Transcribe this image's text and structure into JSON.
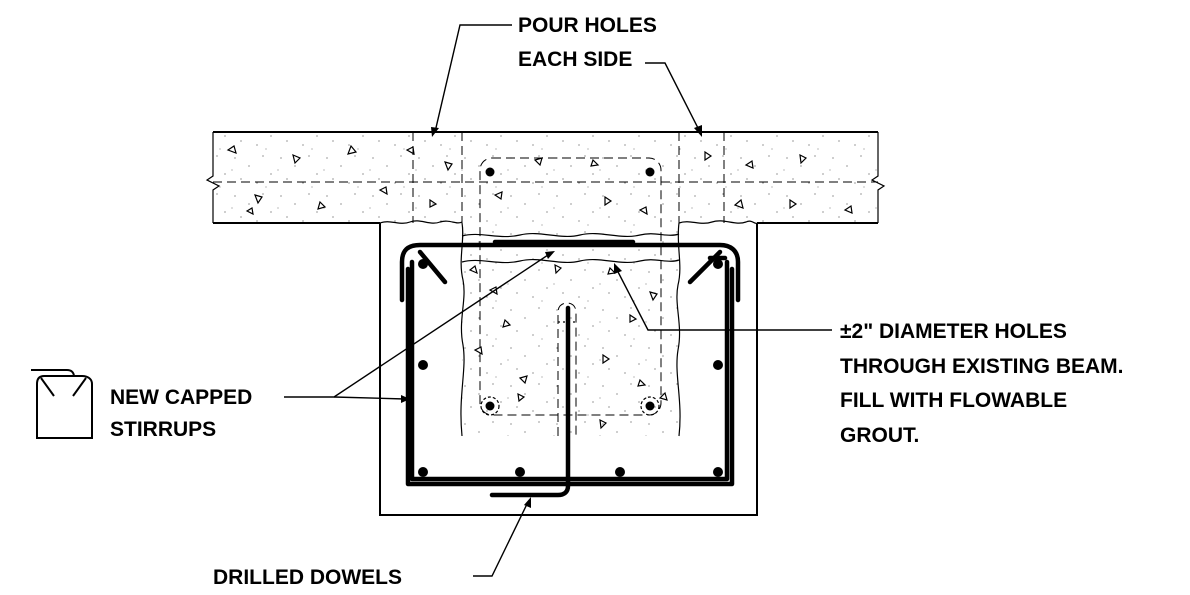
{
  "labels": {
    "pour_holes_line1": "POUR HOLES",
    "pour_holes_line2": "EACH SIDE",
    "diameter_line1": "±2\" DIAMETER HOLES",
    "diameter_line2": "THROUGH EXISTING BEAM.",
    "diameter_line3": "FILL WITH FLOWABLE",
    "diameter_line4": "GROUT.",
    "stirrups_line1": "NEW CAPPED",
    "stirrups_line2": "STIRRUPS",
    "dowels": "DRILLED DOWELS"
  }
}
